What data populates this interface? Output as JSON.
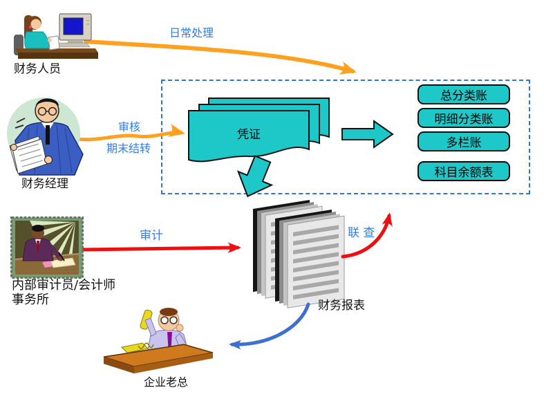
{
  "colors": {
    "teal": "#1FC8C8",
    "orange": "#FFA01E",
    "red": "#EE1010",
    "arrow_blue": "#3A70D1",
    "label_blue": "#2F7DE8",
    "box_border": "#2E75D8"
  },
  "actors": {
    "finance_staff": {
      "label": "财务人员"
    },
    "finance_manager": {
      "label": "财务经理"
    },
    "auditor": {
      "label_line1": "内部审计员/会计师",
      "label_line2": "事务所"
    },
    "ceo": {
      "label": "企业老总"
    }
  },
  "flows": {
    "daily_processing": {
      "label": "日常处理"
    },
    "review": {
      "label": "审核"
    },
    "period_end_closing": {
      "label": "期末结转"
    },
    "audit": {
      "label": "审计"
    },
    "linked_query": {
      "label": "联 查"
    }
  },
  "process": {
    "voucher": {
      "label": "凭证"
    },
    "ledgers": [
      {
        "label": "总分类账"
      },
      {
        "label": "明细分类账"
      },
      {
        "label": "多栏账"
      },
      {
        "label": "科目余额表"
      }
    ],
    "report": {
      "label": "财务报表"
    }
  }
}
